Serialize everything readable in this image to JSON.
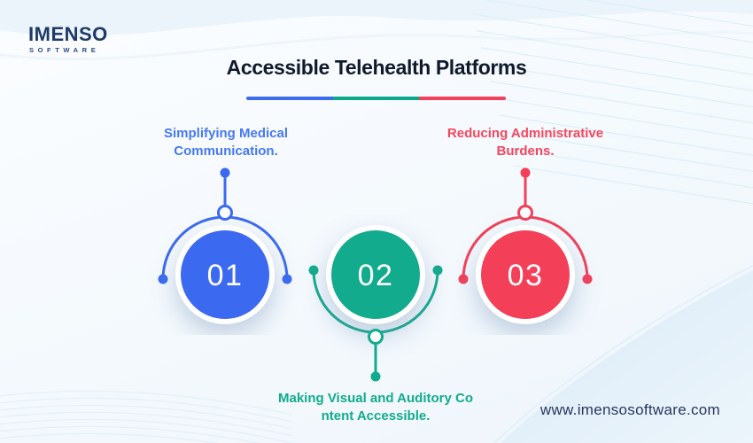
{
  "logo": {
    "name": "IMENSO",
    "subtitle": "SOFTWARE"
  },
  "header": {
    "title": "Accessible Telehealth Platforms"
  },
  "steps": [
    {
      "number": "01",
      "label_line1": "Simplifying Medical",
      "label_line2": "Communication.",
      "color": "#3b6af1"
    },
    {
      "number": "02",
      "label_line1": "Making Visual and Auditory Co",
      "label_line2": "ntent Accessible.",
      "color": "#12ab8d"
    },
    {
      "number": "03",
      "label_line1": "Reducing Administrative",
      "label_line2": "Burdens.",
      "color": "#f43f58"
    }
  ],
  "underline_colors": {
    "blue": "#3b6cf0",
    "green": "#0ca88b",
    "red": "#f4415c"
  },
  "footer": {
    "website": "www.imensosoftware.com"
  },
  "colors": {
    "title_text": "#101a2c",
    "logo_navy": "#1f3a68",
    "url_text": "#28365c",
    "background_tint": "#eef5fb",
    "wave_line": "#d9ecf8"
  }
}
